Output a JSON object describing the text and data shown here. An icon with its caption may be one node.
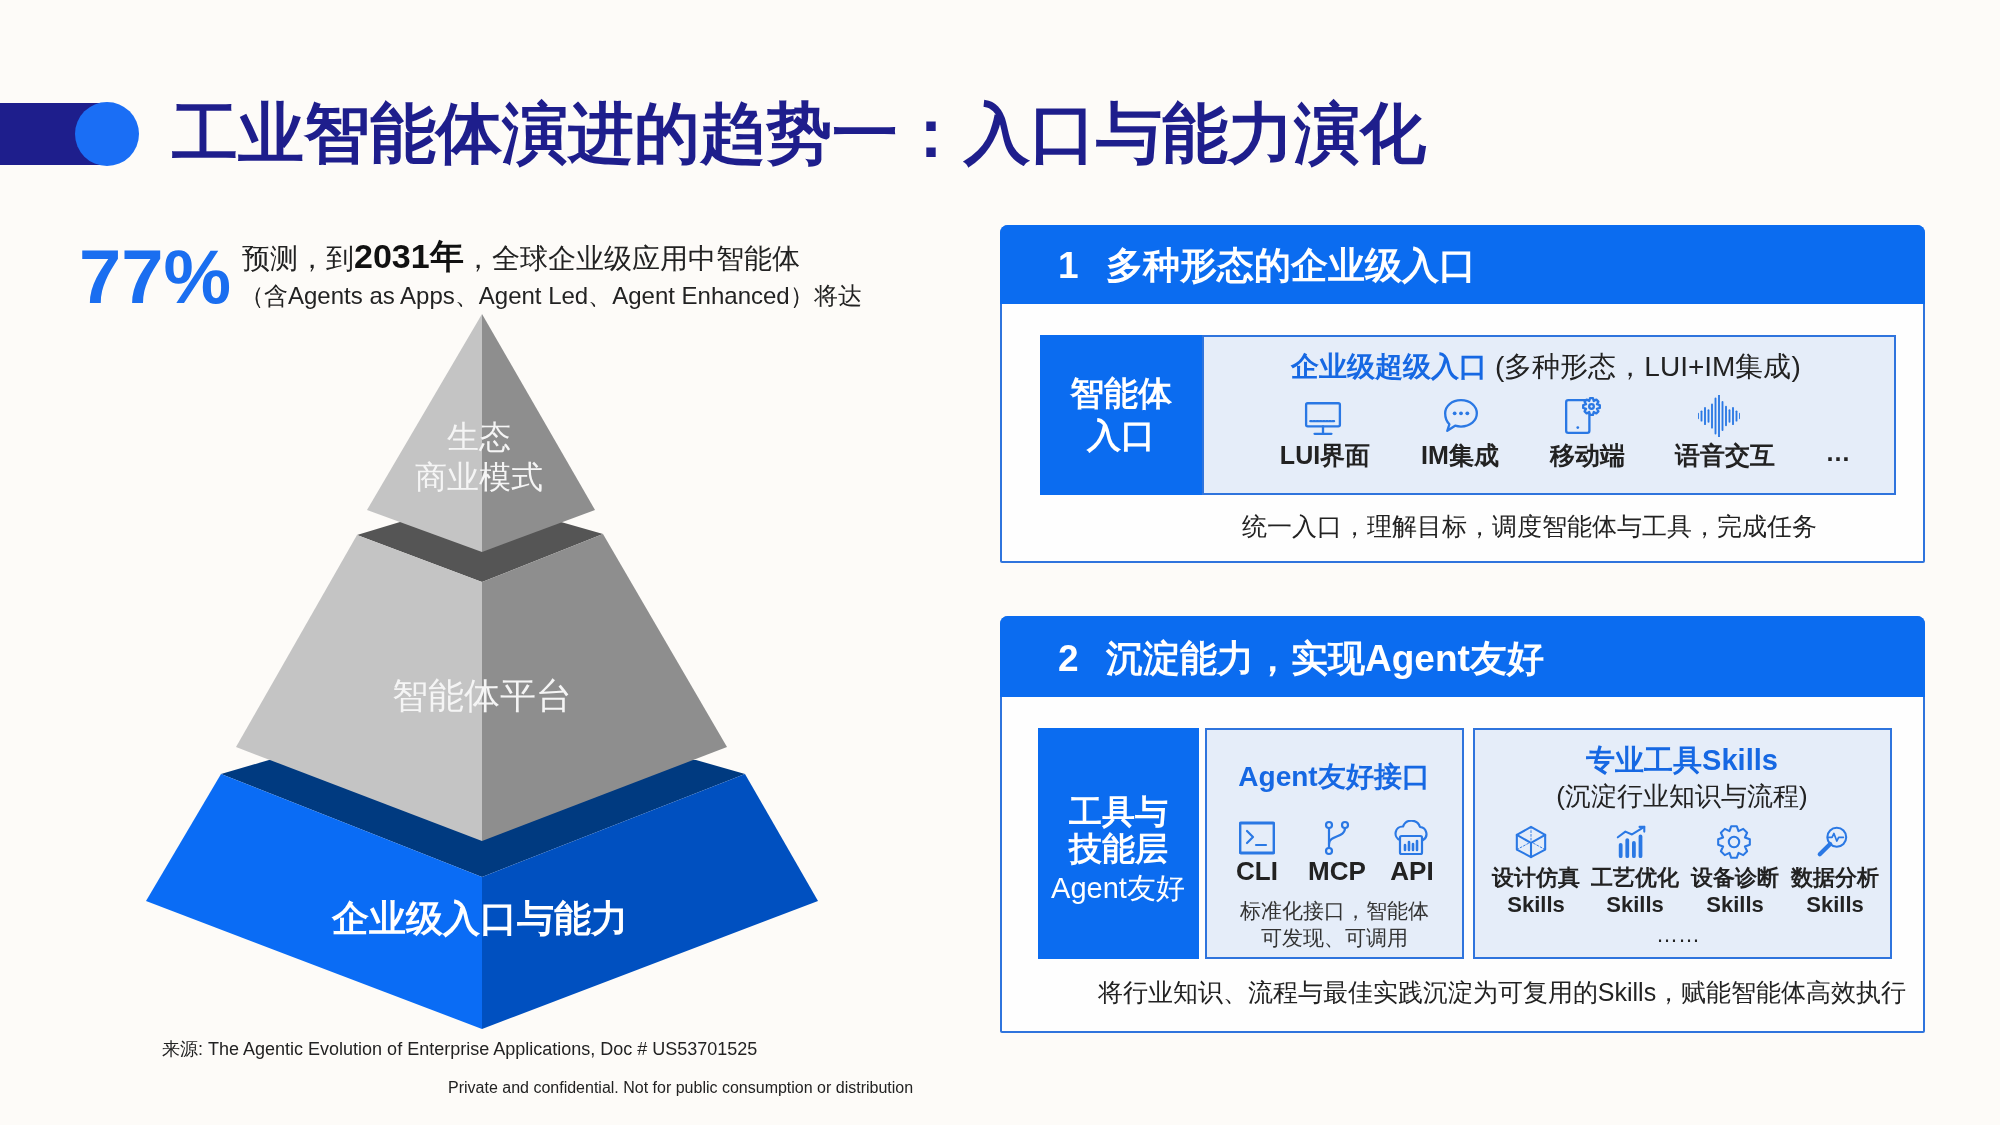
{
  "diagram": {
    "title": "工业智能体演进的趋势一：入口与能力演化",
    "nodes": [
      {
        "text": [
          "生态",
          "商业模式"
        ]
      },
      {
        "text": [
          "智能体平台"
        ]
      },
      {
        "text": [
          "企业级入口与能力"
        ]
      },
      {
        "text": [
          "1",
          "多种形态的企业级入口",
          "统一入口，理解目标，调度智能体与工具，完成任务"
        ]
      },
      {
        "text": [
          "智能体入口"
        ],
        "in": 3
      },
      {
        "text": [
          "**企业级超级入口** (多种形态，LUI+IM集成)",
          "LUI界面",
          "IM集成",
          "移动端",
          "语音交互",
          "…"
        ],
        "in": 3
      },
      {
        "text": [
          "2",
          "沉淀能力，实现Agent友好",
          "将行业知识、流程与最佳实践沉淀为可复用的Skills，赋能智能体高效执行"
        ]
      },
      {
        "text": [
          "工具与技能层",
          "Agent友好"
        ],
        "in": 6
      },
      {
        "text": [
          "Agent友好接口",
          "CLI",
          "MCP",
          "API",
          "标准化接口，智能体可发现、可调用"
        ],
        "in": 6
      },
      {
        "text": [
          "专业工具Skills",
          "(沉淀行业知识与流程)",
          "设计仿真 Skills",
          "工艺优化 Skills",
          "设备诊断 Skills",
          "数据分析 Skills",
          "……"
        ],
        "in": 6
      }
    ],
    "labels": [
      "77%",
      "预测，到**2031年**，全球企业级应用中智能体",
      "（含Agents as Apps、Agent Led、Agent Enhanced）将达",
      "来源: The Agentic Evolution of Enterprise Applications, Doc # US53701525",
      "Private and confidential. Not for public consumption or distribution"
    ]
  }
}
